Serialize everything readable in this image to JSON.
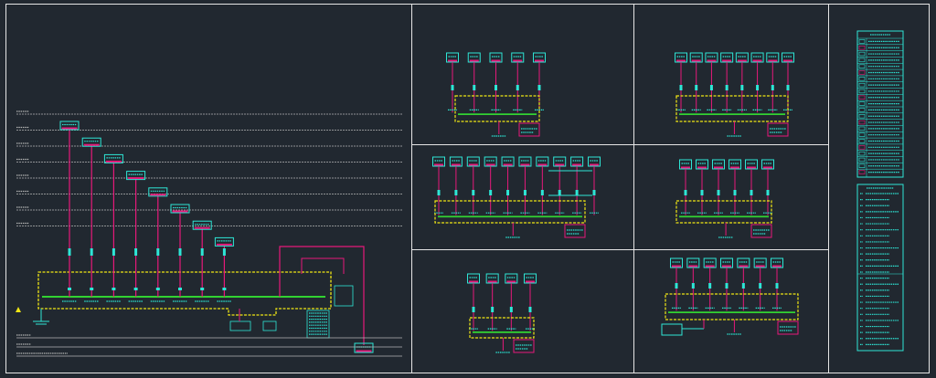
{
  "colors": {
    "background": "#212830",
    "frame": "#e6e6e6",
    "device": "#2ee6d6",
    "trunk": "#e6197a",
    "bus": "#32d232",
    "enclosure": "#f0e614",
    "floor_line": "#b4b4b4",
    "warning": "#f0e614"
  },
  "main_riser": {
    "floor_count": 8,
    "branch_count": 8,
    "device_count": 8,
    "bottom_line_count": 3,
    "external_link": true
  },
  "sub_diagrams": [
    {
      "panel": "top-left",
      "devices": 5
    },
    {
      "panel": "top-right",
      "devices": 8
    },
    {
      "panel": "middle-left",
      "devices": 10
    },
    {
      "panel": "middle-right",
      "devices": 6
    },
    {
      "panel": "bottom-left",
      "devices": 4
    },
    {
      "panel": "bottom-right",
      "devices": 7
    }
  ],
  "legend": {
    "table_rows": 22,
    "notes_rows": 26
  }
}
